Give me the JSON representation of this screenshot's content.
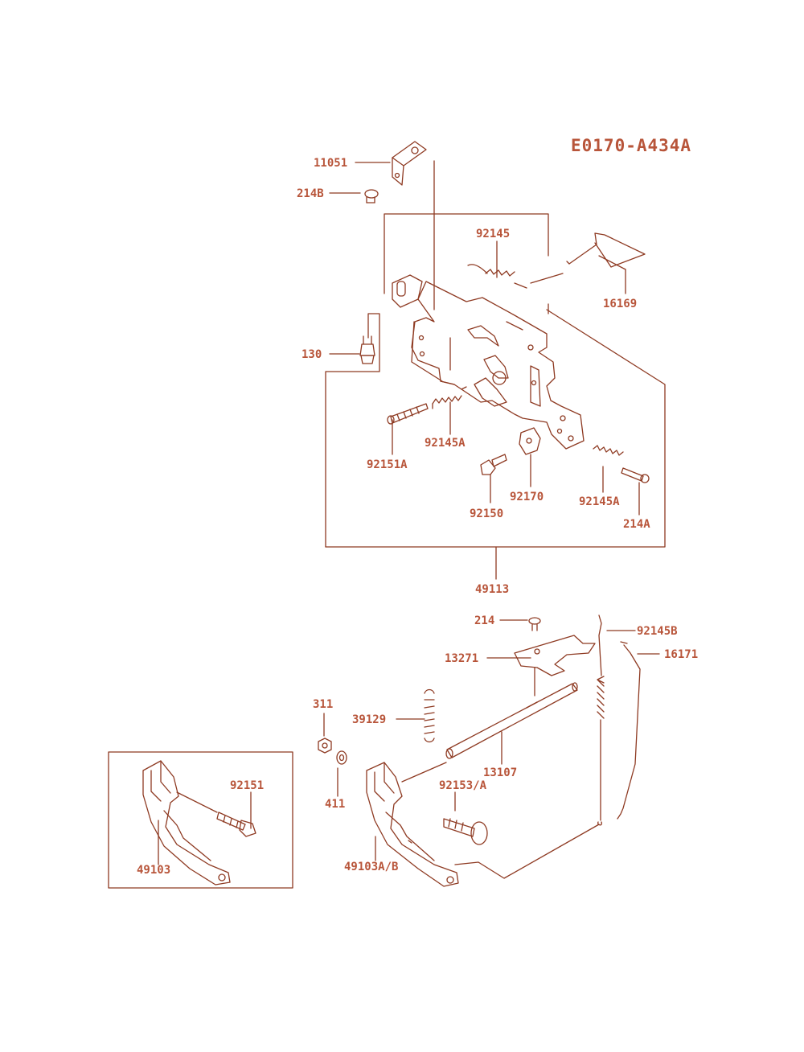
{
  "diagram": {
    "code": "E0170-A434A",
    "colors": {
      "ink": "#b8553a",
      "line": "#8e3a22"
    },
    "parts": {
      "p11051": "11051",
      "p214B": "214B",
      "p92145": "92145",
      "p16169": "16169",
      "p130": "130",
      "p92151A": "92151A",
      "p92145A_1": "92145A",
      "p92150": "92150",
      "p92170": "92170",
      "p92145A_2": "92145A",
      "p214A": "214A",
      "p49113": "49113",
      "p214": "214",
      "p92145B": "92145B",
      "p16171": "16171",
      "p13271": "13271",
      "p311": "311",
      "p39129": "39129",
      "p13107": "13107",
      "p411": "411",
      "p92153A": "92153/A",
      "p92151": "92151",
      "p49103": "49103",
      "p49103AB": "49103A/B"
    }
  }
}
